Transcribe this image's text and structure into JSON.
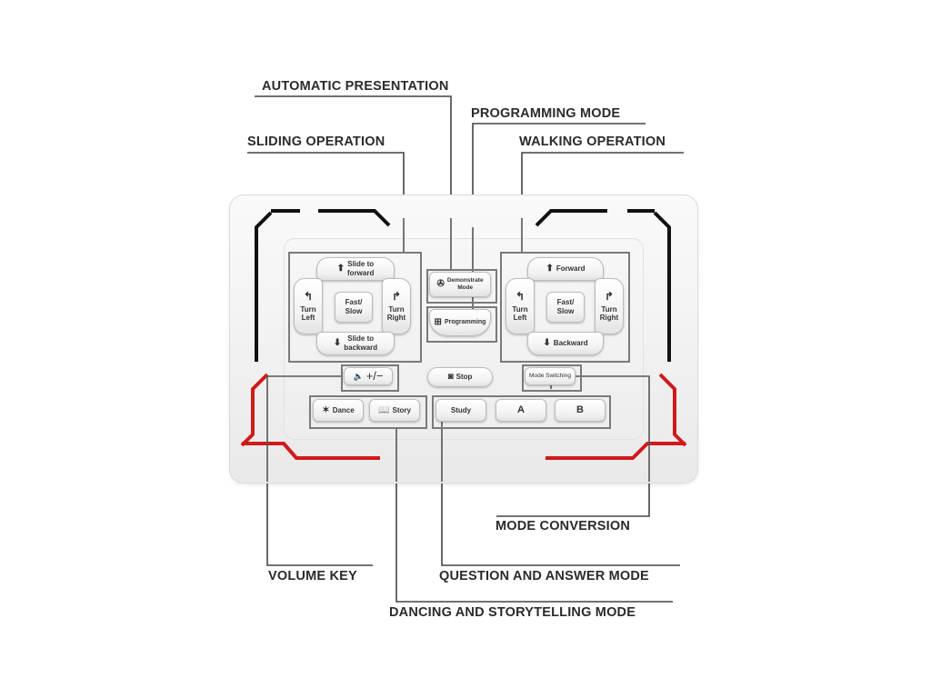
{
  "labels": {
    "automatic_presentation": "AUTOMATIC PRESENTATION",
    "programming_mode": "PROGRAMMING MODE",
    "sliding_operation": "SLIDING OPERATION",
    "walking_operation": "WALKING OPERATION",
    "mode_conversion": "MODE CONVERSION",
    "volume_key": "VOLUME KEY",
    "question_and_answer_mode": "QUESTION AND ANSWER MODE",
    "dancing_and_storytelling_mode": "DANCING AND STORYTELLING MODE"
  },
  "buttons": {
    "slide_forward": "Slide to\nforward",
    "turn_left_1": "Turn\nLeft",
    "fast_slow_1": "Fast/\nSlow",
    "turn_right_1": "Turn\nRight",
    "slide_backward": "Slide to\nbackward",
    "demonstrate_mode": "Demonstrate\nMode",
    "programming": "Programming",
    "forward": "Forward",
    "turn_left_2": "Turn\nLeft",
    "fast_slow_2": "Fast/\nSlow",
    "turn_right_2": "Turn\nRight",
    "backward": "Backward",
    "volume": "+/−",
    "stop": "Stop",
    "mode_switching": "Mode Switching",
    "dance": "Dance",
    "story": "Story",
    "study": "Study",
    "a": "A",
    "b": "B"
  },
  "icons": {
    "up_arrow": "up-arrow-icon",
    "down_arrow": "down-arrow-icon",
    "turn_left": "turn-left-arrow-icon",
    "turn_right": "turn-right-arrow-icon",
    "demonstrate": "film-reel-icon",
    "programming": "windows-logo-icon",
    "volume": "speaker-icon",
    "stop": "stop-circle-icon",
    "dance": "dancer-icon",
    "story": "book-icon"
  },
  "colors": {
    "accent_red": "#d01a1a",
    "accent_black": "#111111",
    "frame_gray": "#7a7a7a",
    "leader_line": "#444444"
  }
}
